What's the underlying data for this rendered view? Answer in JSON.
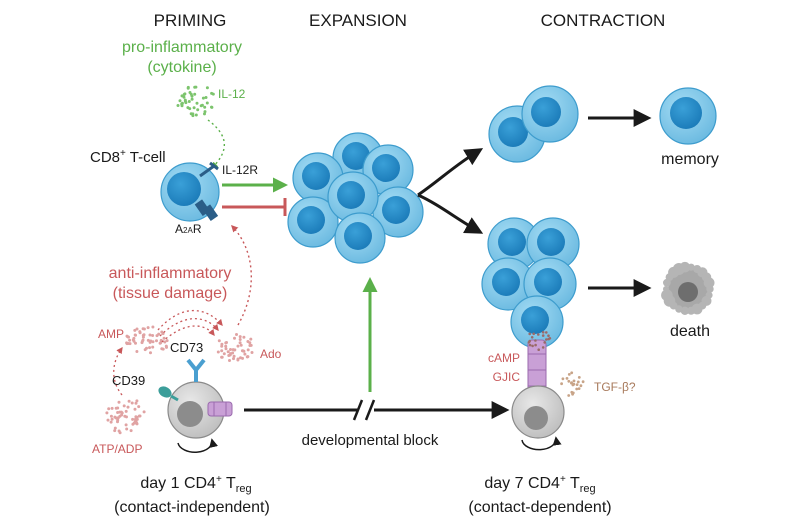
{
  "headers": {
    "priming": "PRIMING",
    "expansion": "EXPANSION",
    "contraction": "CONTRACTION"
  },
  "pro_inflammatory": {
    "line1": "pro-inflammatory",
    "line2": "(cytokine)"
  },
  "cytokine": "IL-12",
  "cd8_label": {
    "main": "CD8",
    "sup": "+",
    "rest": " T-cell"
  },
  "receptor_il12r": "IL-12R",
  "receptor_a2ar": {
    "a": "A",
    "sub": "2A",
    "r": "R"
  },
  "anti_inflammatory": {
    "line1": "anti-inflammatory",
    "line2": "(tissue damage)"
  },
  "amp": "AMP",
  "cd73": "CD73",
  "ado": "Ado",
  "cd39": "CD39",
  "atp_adp": "ATP/ADP",
  "day1": {
    "prefix": "day 1 CD4",
    "sup": "+",
    "t": " T",
    "sub": "reg",
    "line2": "(contact-independent)"
  },
  "developmental_block": "developmental block",
  "memory": "memory",
  "death": "death",
  "camp": "cAMP",
  "gjic": "GJIC",
  "tgf": "TGF-β?",
  "day7": {
    "prefix": "day 7 CD4",
    "sup": "+",
    "t": " T",
    "sub": "reg",
    "line2": "(contact-dependent)"
  },
  "colors": {
    "green": "#5bb04a",
    "red": "#c8585a",
    "cell_fill": "#7ec6e8",
    "cell_stroke": "#3d9ccd",
    "nucleus": "#2389c4",
    "treg_fill": "#cfcfcf",
    "treg_stroke": "#8a8a8a",
    "gjic_purple": "#c9a0d6"
  }
}
